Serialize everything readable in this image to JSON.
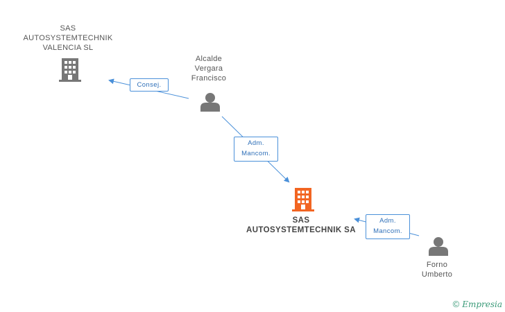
{
  "nodes": {
    "company_valencia": {
      "lines": [
        "SAS",
        "AUTOSYSTEMTECHNIK",
        "VALENCIA SL"
      ],
      "icon": "building-icon",
      "color": "#777777"
    },
    "person_alcalde": {
      "lines": [
        "Alcalde",
        "Vergara",
        "Francisco"
      ],
      "icon": "person-icon",
      "color": "#777777"
    },
    "company_main": {
      "lines": [
        "SAS",
        "AUTOSYSTEMTECHNIK SA"
      ],
      "icon": "building-icon",
      "color": "#f26522"
    },
    "person_forno": {
      "lines": [
        "Forno",
        "Umberto"
      ],
      "icon": "person-icon",
      "color": "#777777"
    }
  },
  "edges": [
    {
      "from": "person_alcalde",
      "to": "company_valencia",
      "label": [
        "Consej."
      ]
    },
    {
      "from": "person_alcalde",
      "to": "company_main",
      "label": [
        "Adm.",
        "Mancom."
      ]
    },
    {
      "from": "person_forno",
      "to": "company_main",
      "label": [
        "Adm.",
        "Mancom."
      ]
    }
  ],
  "colors": {
    "edge": "#4a90d9",
    "accent": "#f26522",
    "brand": "#3a9a78"
  },
  "footer": {
    "copyright": "©",
    "brand": "Empresia"
  }
}
